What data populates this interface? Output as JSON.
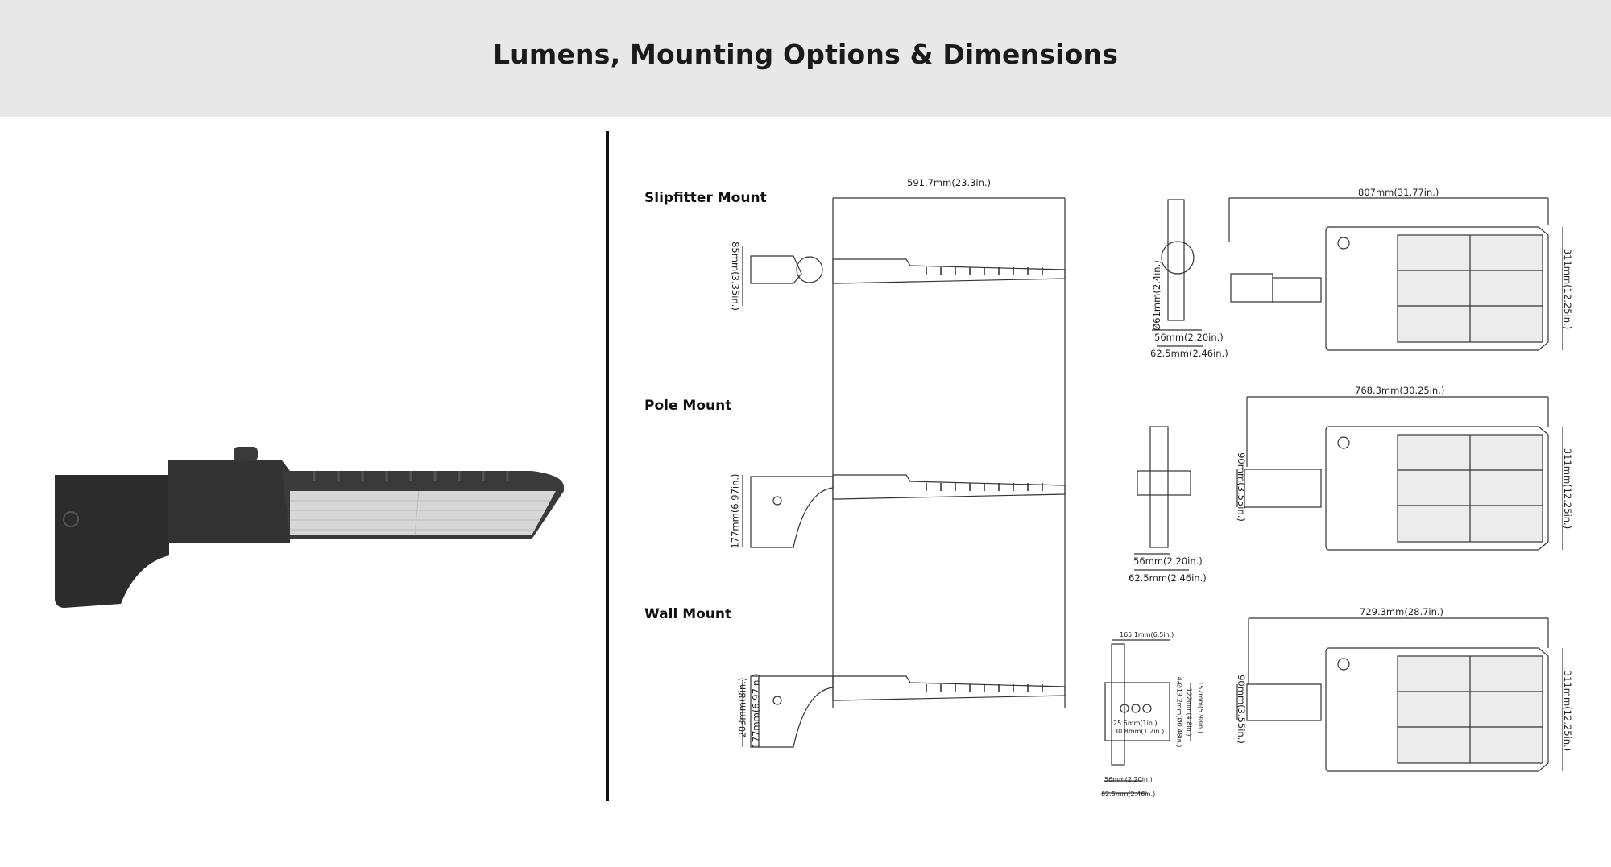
{
  "header": {
    "title": "Lumens, Mounting Options & Dimensions"
  },
  "mounts": {
    "slipfitter": {
      "label": "Slipfitter Mount",
      "dim_total_width": "591.7mm(23.3in.)",
      "dim_height": "85mm(3.35in.)",
      "dim_diameter": "Ø61mm(2.4in.)",
      "dim_56": "56mm(2.20in.)",
      "dim_62": "62.5mm(2.46in.)",
      "dim_top_width": "807mm(31.77in.)",
      "dim_side": "311mm(12.25in.)"
    },
    "pole": {
      "label": "Pole Mount",
      "dim_height": "177mm(6.97in.)",
      "dim_90": "90mm(3.55in.)",
      "dim_56": "56mm(2.20in.)",
      "dim_62": "62.5mm(2.46in.)",
      "dim_top_width": "768.3mm(30.25in.)",
      "dim_side": "311mm(12.25in.)"
    },
    "wall": {
      "label": "Wall Mount",
      "dim_203": "203mm(8in.)",
      "dim_177": "177mm(6.97in.)",
      "dim_165": "165.1mm(6.5in.)",
      "dim_122": "122mm(4.8in.)",
      "dim_152": "152mm(5.98in.)",
      "dim_4x": "4-Ø13.2mm(Ø0.48in.)",
      "dim_25": "25.5mm(1in.)",
      "dim_30": "30.8mm(1.2in.)",
      "dim_56": "56mm(2.20in.)",
      "dim_62": "62.5mm(2.46in.)",
      "dim_90": "90mm(3.55in.)",
      "dim_top_width": "729.3mm(28.7in.)",
      "dim_side": "311mm(12.25in.)"
    }
  },
  "colors": {
    "header_bg": "#e8e8e8",
    "housing": "#2e2e2e",
    "lens": "#d9d9d9",
    "line": "#333333"
  }
}
